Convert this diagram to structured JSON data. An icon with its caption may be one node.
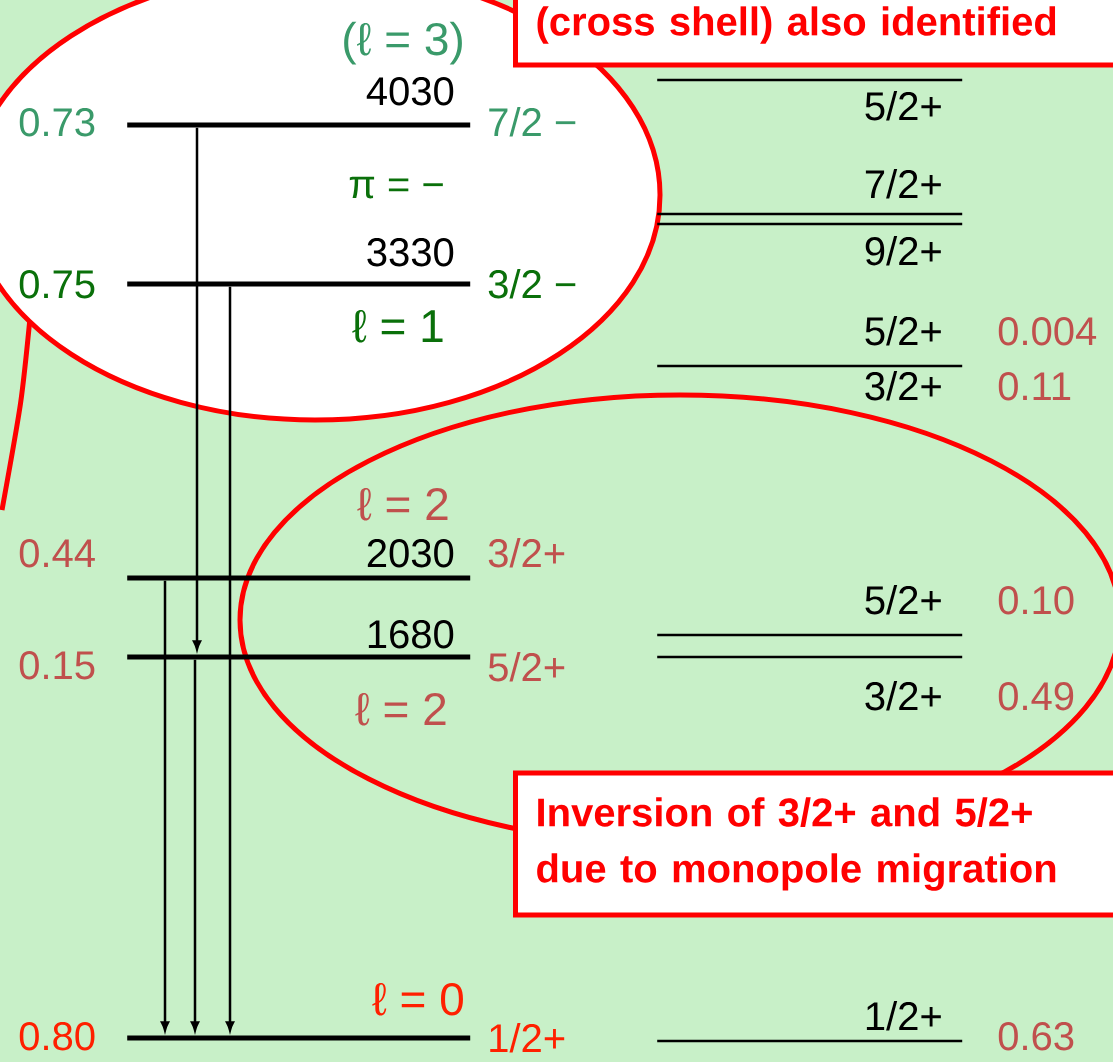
{
  "diagram": {
    "nodes": [
      {
        "text": [
          "(cross shell) also identified"
        ]
      },
      {
        "text": [
          "(ℓ = 3)",
          "π = −",
          "ℓ = 1"
        ]
      },
      {
        "text": [],
        "shape": "bar",
        "in": 1,
        "beside": [
          "4030",
          "0.73",
          "7/2 −"
        ]
      },
      {
        "text": [],
        "shape": "bar",
        "beside": [
          "5/2+"
        ]
      },
      {
        "text": [],
        "shape": "bar",
        "beside": [
          "7/2+"
        ]
      },
      {
        "text": [],
        "shape": "bar",
        "beside": [
          "9/2+"
        ]
      },
      {
        "text": [],
        "shape": "bar",
        "in": 1,
        "beside": [
          "3330",
          "0.75",
          "3/2 −"
        ]
      },
      {
        "text": [],
        "shape": "bar",
        "beside": [
          "5/2+",
          "0.004"
        ]
      },
      {
        "text": [
          "ℓ = 2",
          "ℓ = 2"
        ]
      },
      {
        "text": [],
        "shape": "bar",
        "beside": [
          "2030",
          "0.44",
          "3/2+"
        ]
      },
      {
        "text": [],
        "shape": "bar",
        "in": 8,
        "beside": [
          "5/2+"
        ]
      },
      {
        "text": [],
        "shape": "bar",
        "beside": [
          "1680",
          "0.15",
          "5/2+"
        ]
      },
      {
        "text": [],
        "shape": "bar",
        "in": 8,
        "beside": [
          "3/2+"
        ]
      },
      {
        "text": [
          "Inversion of 3/2+ and 5/2+ due to monopole migration"
        ]
      },
      {
        "text": [],
        "shape": "bar",
        "beside": [
          "0.80",
          "1/2+"
        ]
      },
      {
        "text": [],
        "shape": "bar",
        "beside": [
          "1/2+",
          "0.63"
        ]
      }
    ],
    "edges": [
      {
        "from": 2,
        "to": 11,
        "arrow": "to"
      },
      {
        "from": 9,
        "to": 14,
        "arrow": "to"
      },
      {
        "from": 11,
        "to": 14,
        "arrow": "to"
      },
      {
        "from": 6,
        "to": 14,
        "arrow": "to"
      }
    ],
    "labels": [
      "3/2+",
      "0.11",
      "0.10",
      "0.49",
      "ℓ = 0"
    ]
  }
}
